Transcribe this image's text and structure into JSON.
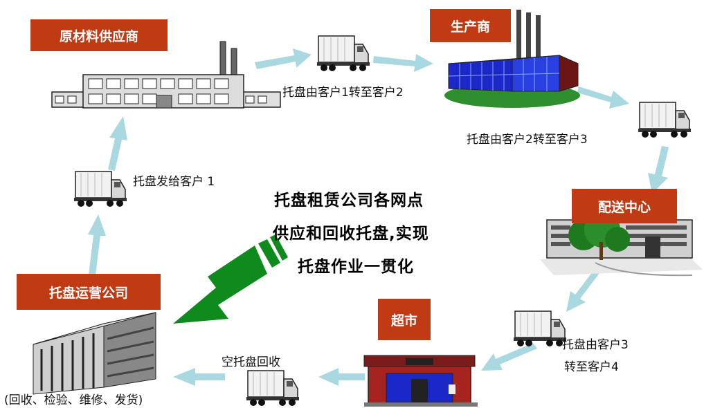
{
  "nodes": {
    "raw_material_supplier": "原材料供应商",
    "manufacturer": "生产商",
    "distribution_center": "配送中心",
    "supermarket": "超市",
    "pallet_operator": "托盘运营公司"
  },
  "captions": {
    "c1_to_c2": "托盘由客户1转至客户2",
    "c2_to_c3": "托盘由客户2转至客户3",
    "c3_to_c4_line1": "托盘由客户3",
    "c3_to_c4_line2": "转至客户4",
    "issue_to_c1": "托盘发给客户  1",
    "empty_return": "空托盘回收",
    "operator_functions": "(回收、检验、维修、发货)"
  },
  "center_text": {
    "line1": "托盘租赁公司各网点",
    "line2": "供应和回收托盘,实现",
    "line3": "托盘作业一贯化"
  },
  "colors": {
    "label_bg": "#c03a14",
    "flow_arrow": "#a9d8e0",
    "big_arrow": "#0f8a1c"
  }
}
